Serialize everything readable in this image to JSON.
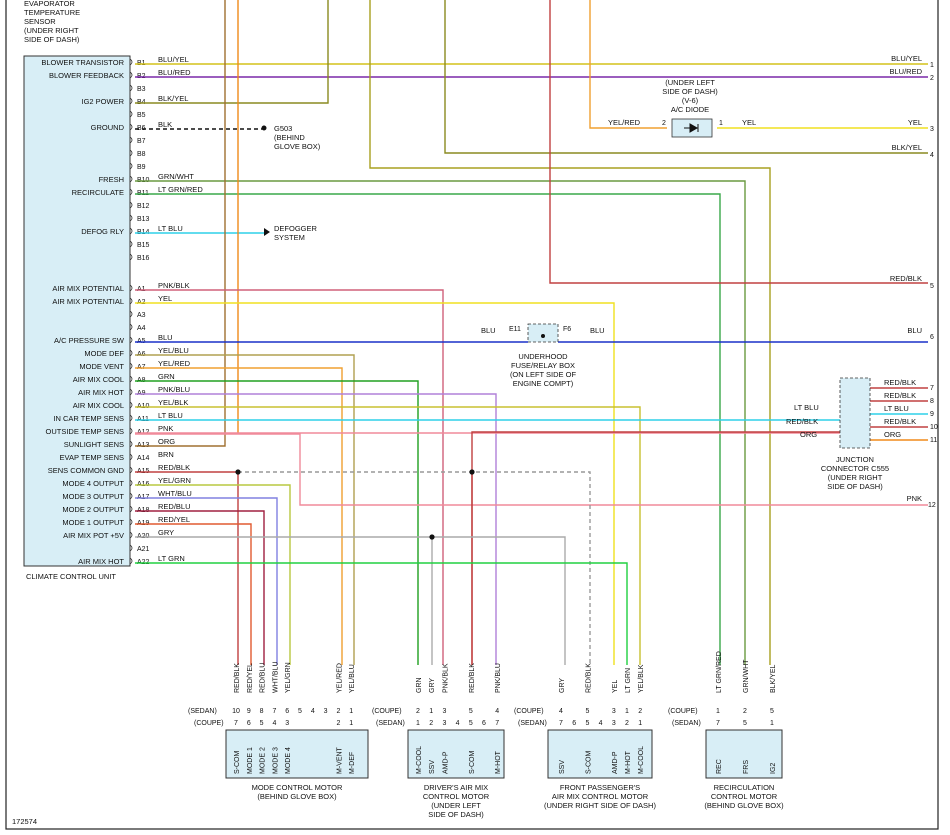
{
  "figure_id": "172574",
  "top_note": [
    "EVAPORATOR",
    "TEMPERATURE",
    "SENSOR",
    "(UNDER RIGHT",
    "SIDE OF DASH)"
  ],
  "ccu": {
    "title": "CLIMATE CONTROL UNIT",
    "rows": [
      {
        "pin": "B1",
        "label": "BLOWER TRANSISTOR",
        "wire": "BLU/YEL",
        "color": "#d4c21a"
      },
      {
        "pin": "B2",
        "label": "BLOWER FEEDBACK",
        "wire": "BLU/RED",
        "color": "#7a28a8"
      },
      {
        "pin": "B3",
        "label": "",
        "wire": "",
        "color": ""
      },
      {
        "pin": "B4",
        "label": "IG2 POWER",
        "wire": "BLK/YEL",
        "color": "#8a8a20"
      },
      {
        "pin": "B5",
        "label": "",
        "wire": "",
        "color": ""
      },
      {
        "pin": "B6",
        "label": "GROUND",
        "wire": "BLK",
        "color": "#111111"
      },
      {
        "pin": "B7",
        "label": "",
        "wire": "",
        "color": ""
      },
      {
        "pin": "B8",
        "label": "",
        "wire": "",
        "color": ""
      },
      {
        "pin": "B9",
        "label": "",
        "wire": "",
        "color": ""
      },
      {
        "pin": "B10",
        "label": "FRESH",
        "wire": "GRN/WHT",
        "color": "#6a9a40"
      },
      {
        "pin": "B11",
        "label": "RECIRCULATE",
        "wire": "LT GRN/RED",
        "color": "#3aa84a"
      },
      {
        "pin": "B12",
        "label": "",
        "wire": "",
        "color": ""
      },
      {
        "pin": "B13",
        "label": "",
        "wire": "",
        "color": ""
      },
      {
        "pin": "B14",
        "label": "DEFOG RLY",
        "wire": "LT BLU",
        "color": "#2fd0e8"
      },
      {
        "pin": "B15",
        "label": "",
        "wire": "",
        "color": ""
      },
      {
        "pin": "B16",
        "label": "",
        "wire": "",
        "color": ""
      },
      {
        "pin": "A1",
        "label": "AIR MIX POTENTIAL",
        "wire": "PNK/BLK",
        "color": "#d0607a"
      },
      {
        "pin": "A2",
        "label": "AIR MIX POTENTIAL",
        "wire": "YEL",
        "color": "#f0e020"
      },
      {
        "pin": "A3",
        "label": "",
        "wire": "",
        "color": ""
      },
      {
        "pin": "A4",
        "label": "",
        "wire": "",
        "color": ""
      },
      {
        "pin": "A5",
        "label": "A/C PRESSURE SW",
        "wire": "BLU",
        "color": "#1a30c8"
      },
      {
        "pin": "A6",
        "label": "MODE DEF",
        "wire": "YEL/BLU",
        "color": "#b0a050"
      },
      {
        "pin": "A7",
        "label": "MODE VENT",
        "wire": "YEL/RED",
        "color": "#f0a030"
      },
      {
        "pin": "A8",
        "label": "AIR MIX COOL",
        "wire": "GRN",
        "color": "#20a020"
      },
      {
        "pin": "A9",
        "label": "AIR MIX HOT",
        "wire": "PNK/BLU",
        "color": "#b080d8"
      },
      {
        "pin": "A10",
        "label": "AIR MIX COOL",
        "wire": "YEL/BLK",
        "color": "#c8c030"
      },
      {
        "pin": "A11",
        "label": "IN CAR TEMP SENS",
        "wire": "LT BLU",
        "color": "#2fd0e8"
      },
      {
        "pin": "A12",
        "label": "OUTSIDE TEMP SENS",
        "wire": "PNK",
        "color": "#f08a9a"
      },
      {
        "pin": "A13",
        "label": "SUNLIGHT SENS",
        "wire": "ORG",
        "color": "#f08a1a"
      },
      {
        "pin": "A14",
        "label": "EVAP TEMP SENS",
        "wire": "BRN",
        "color": "#a07030"
      },
      {
        "pin": "A15",
        "label": "SENS COMMON GND",
        "wire": "RED/BLK",
        "color": "#c04040"
      },
      {
        "pin": "A16",
        "label": "MODE 4 OUTPUT",
        "wire": "YEL/GRN",
        "color": "#b8c840"
      },
      {
        "pin": "A17",
        "label": "MODE 3 OUTPUT",
        "wire": "WHT/BLU",
        "color": "#8080e0"
      },
      {
        "pin": "A18",
        "label": "MODE 2 OUTPUT",
        "wire": "RED/BLU",
        "color": "#a02040"
      },
      {
        "pin": "A19",
        "label": "MODE 1 OUTPUT",
        "wire": "RED/YEL",
        "color": "#e05a30"
      },
      {
        "pin": "A20",
        "label": "AIR MIX POT +5V",
        "wire": "GRY",
        "color": "#aaaaaa"
      },
      {
        "pin": "A21",
        "label": "",
        "wire": "",
        "color": ""
      },
      {
        "pin": "A22",
        "label": "AIR MIX HOT",
        "wire": "LT GRN",
        "color": "#20d040"
      }
    ]
  },
  "right_edge": {
    "r1": "BLU/YEL",
    "r2": "BLU/RED",
    "r3": "YEL",
    "r4": "BLK/YEL",
    "r5": "RED/BLK",
    "r6": "BLU",
    "r12": "PNK",
    "n1": "1",
    "n2": "2",
    "n3": "3",
    "n4": "4",
    "n5": "5",
    "n6": "6",
    "n7": "7",
    "n8": "8",
    "n9": "9",
    "n10": "10",
    "n11": "11",
    "n12": "12"
  },
  "diode": {
    "lines": [
      "(UNDER LEFT",
      "SIDE OF DASH)",
      "(V-6)",
      "A/C DIODE"
    ],
    "left_wire": "YEL/RED",
    "right_wire": "YEL",
    "pin_left": "2",
    "pin_right": "1"
  },
  "ground": {
    "lines": [
      "G503",
      "(BEHIND",
      "GLOVE BOX)"
    ]
  },
  "defogger": {
    "lines": [
      "DEFOGGER",
      "SYSTEM"
    ]
  },
  "fuse_box": {
    "lines": [
      "UNDERHOOD",
      "FUSE/RELAY BOX",
      "(ON LEFT SIDE OF",
      "ENGINE COMPT)"
    ],
    "left_wire": "BLU",
    "right_wire": "BLU",
    "pin_left": "E11",
    "pin_right": "F6"
  },
  "junction": {
    "lines": [
      "JUNCTION",
      "CONNECTOR C555",
      "(UNDER RIGHT",
      "SIDE OF DASH)"
    ],
    "left": [
      "LT BLU",
      "RED/BLK",
      "ORG"
    ],
    "right": [
      "RED/BLK",
      "RED/BLK",
      "LT BLU",
      "RED/BLK",
      "ORG"
    ]
  },
  "labels": {
    "sedan": "(SEDAN)",
    "coupe": "(COUPE)"
  },
  "motors": [
    {
      "name": [
        "MODE CONTROL MOTOR",
        "(BEHIND GLOVE BOX)"
      ],
      "terms": [
        "S-COM",
        "MODE 1",
        "MODE 2",
        "MODE 3",
        "MODE 4",
        "",
        "",
        "",
        "M-VENT",
        "M-DEF"
      ],
      "wires": [
        "RED/BLK",
        "RED/YEL",
        "RED/BLU",
        "WHT/BLU",
        "YEL/GRN",
        "",
        "",
        "",
        "YEL/RED",
        "YEL/BLU"
      ],
      "sedan": [
        "7",
        "6",
        "5",
        "4",
        "3",
        "",
        "",
        "",
        "2",
        "1"
      ],
      "coupe": [
        "10",
        "9",
        "8",
        "7",
        "6",
        "5",
        "4",
        "3",
        "2",
        "1"
      ]
    },
    {
      "name": [
        "DRIVER'S AIR MIX",
        "CONTROL MOTOR",
        "(UNDER LEFT",
        "SIDE OF DASH)"
      ],
      "terms": [
        "M-COOL",
        "SSV",
        "AMD-P",
        "",
        "S-COM",
        "",
        "M-HOT"
      ],
      "wires": [
        "GRN",
        "GRY",
        "PNK/BLK",
        "",
        "RED/BLK",
        "",
        "PNK/BLU"
      ],
      "coupe": [
        "2",
        "1",
        "3",
        "",
        "5",
        "",
        "4"
      ],
      "sedan": [
        "1",
        "2",
        "3",
        "4",
        "5",
        "6",
        "7"
      ]
    },
    {
      "name": [
        "FRONT PASSENGER'S",
        "AIR MIX CONTROL MOTOR",
        "(UNDER RIGHT SIDE OF DASH)"
      ],
      "terms": [
        "SSV",
        "",
        "S-COM",
        "",
        "AMD-P",
        "M-HOT",
        "M-COOL"
      ],
      "wires": [
        "GRY",
        "",
        "RED/BLK",
        "",
        "YEL",
        "LT GRN",
        "YEL/BLK"
      ],
      "coupe": [
        "4",
        "",
        "5",
        "",
        "3",
        "1",
        "2"
      ],
      "sedan": [
        "7",
        "6",
        "5",
        "4",
        "3",
        "2",
        "1"
      ]
    },
    {
      "name": [
        "RECIRCULATION",
        "CONTROL MOTOR",
        "(BEHIND GLOVE BOX)"
      ],
      "terms": [
        "REC",
        "FRS",
        "IG2"
      ],
      "wires": [
        "LT GRN/RED",
        "GRN/WHT",
        "BLK/YEL"
      ],
      "coupe": [
        "1",
        "2",
        "5"
      ],
      "sedan": [
        "7",
        "5",
        "1"
      ]
    }
  ]
}
